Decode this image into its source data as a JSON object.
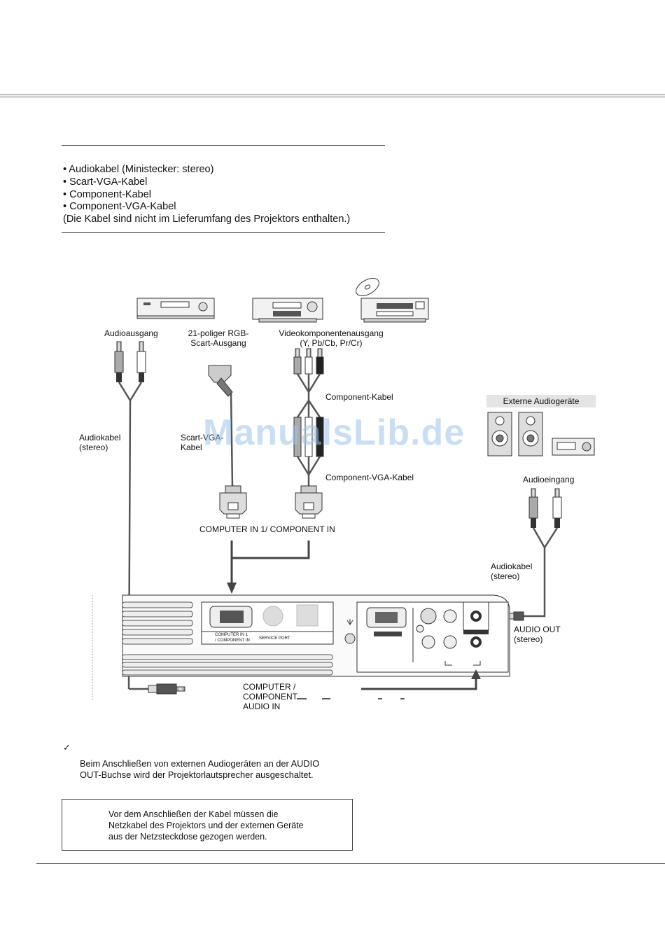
{
  "cables": {
    "items": [
      "• Audiokabel (Ministecker: stereo)",
      "• Scart-VGA-Kabel",
      "• Component-Kabel",
      "• Component-VGA-Kabel"
    ],
    "note": "(Die Kabel sind nicht im Lieferumfang des Projektors enthalten.)"
  },
  "diagram": {
    "audio_out_source": "Audioausgang",
    "scart_line1": "21-poliger RGB-",
    "scart_line2": "Scart-Ausgang",
    "video_comp_line1": "Videokomponentenausgang",
    "video_comp_line2": "(Y, Pb/Cb, Pr/Cr)",
    "component_cable": "Component-Kabel",
    "component_vga_cable": "Component-VGA-Kabel",
    "audio_cable_left_1": "Audiokabel",
    "audio_cable_left_2": "(stereo)",
    "scart_vga_1": "Scart-VGA-",
    "scart_vga_2": "Kabel",
    "external_audio": "Externe Audiogeräte",
    "audio_input": "Audioeingang",
    "audio_cable_right_1": "Audiokabel",
    "audio_cable_right_2": "(stereo)",
    "computer_in": "COMPUTER IN 1/ COMPONENT IN",
    "audio_out_1": "AUDIO OUT",
    "audio_out_2": "(stereo)",
    "comp_audio_1": "COMPUTER /",
    "comp_audio_2": "COMPONENT",
    "comp_audio_3": "AUDIO IN",
    "panel_label_1": "COMPUTER IN 1",
    "panel_label_2": "/ COMPONENT IN",
    "panel_service": "SERVICE PORT"
  },
  "watermark": "ManualsLib.de",
  "note": {
    "check": "✓",
    "line1": "Beim Anschließen von externen Audiogeräten an der AUDIO",
    "line2": "OUT-Buchse wird der Projektorlautsprecher ausgeschaltet."
  },
  "warning": {
    "line1": "Vor dem Anschließen der Kabel müssen die",
    "line2": "Netzkabel des Projektors und der externen Geräte",
    "line3": "aus der Netzsteckdose gezogen werden."
  }
}
